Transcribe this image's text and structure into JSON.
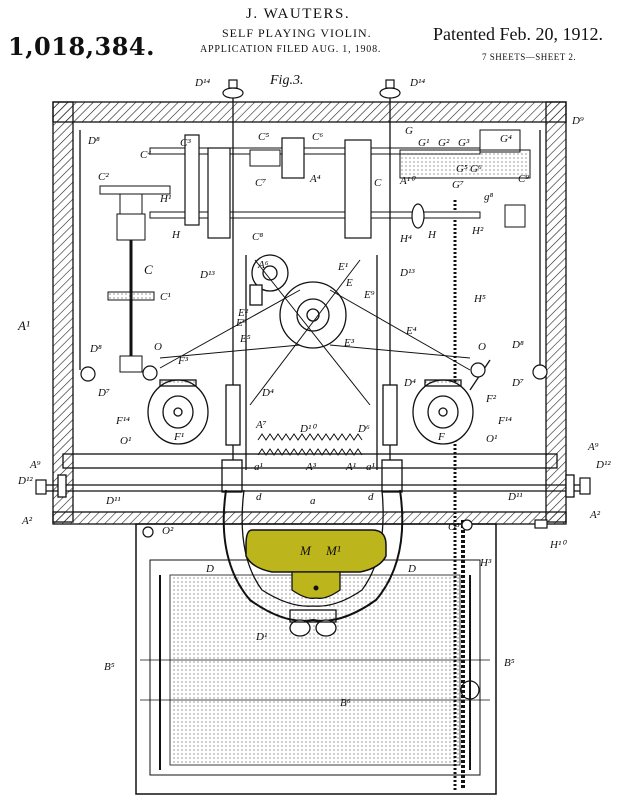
{
  "header": {
    "patent_number": "1,018,384.",
    "inventor": "J. WAUTERS.",
    "title": "SELF PLAYING VIOLIN.",
    "application": "APPLICATION FILED AUG. 1, 1908.",
    "patented": "Patented Feb. 20, 1912.",
    "sheets": "7 SHEETS—SHEET 2."
  },
  "figure": {
    "label": "Fig.3.",
    "highlight_color": "#bdb51c",
    "labels": {
      "D14_left": "D¹⁴",
      "D14_right": "D¹⁴",
      "D8_left": "D⁸",
      "D9_right": "D⁹",
      "C4": "C⁴",
      "C3": "C³",
      "C5": "C⁵",
      "C6": "C⁶",
      "G": "G",
      "G1": "G¹",
      "G2": "G²",
      "G3": "G³",
      "G4": "G⁴",
      "C2": "C²",
      "C7": "C⁷",
      "A4": "A⁴",
      "C_mid": "C",
      "A10": "A¹⁰",
      "G5": "G⁵",
      "G6": "G⁶",
      "G7": "G⁷",
      "G8": "g⁸",
      "C9": "C⁹",
      "H1": "H¹",
      "H": "H",
      "H_right": "H",
      "H4": "H⁴",
      "H2": "H²",
      "C8": "C⁸",
      "A6": "A⁶",
      "E1": "E¹",
      "D13_left": "D¹³",
      "D13_right": "D¹³",
      "C": "C",
      "E": "E",
      "C1": "C¹",
      "E9_top": "E⁹",
      "H5": "H⁵",
      "E2": "E²",
      "E9_left": "E⁹",
      "E4": "E⁴",
      "A1": "A¹",
      "E5": "E⁵",
      "E3": "E³",
      "D8_low": "D⁸",
      "O_left": "O",
      "O_right": "O",
      "D_low_right": "D⁸",
      "F3": "F³",
      "D7_left": "D⁷",
      "D7_right": "D⁷",
      "D4": "D⁴",
      "D4_right": "D⁴",
      "F2": "F²",
      "F14_left": "F¹⁴",
      "F1": "F¹",
      "A7": "A⁷",
      "D10": "D¹⁰",
      "D6": "D⁶",
      "F": "F",
      "F14_right": "F¹⁴",
      "O1_left": "O¹",
      "O1_right": "O¹",
      "A9_left": "A⁹",
      "A9_right": "A⁹",
      "a1": "a¹",
      "A3": "A³",
      "A1_mid": "A¹",
      "a_small": "a¹",
      "D12_left": "D¹²",
      "D12_right": "D¹²",
      "D11_left": "D¹¹",
      "D11_right": "D¹¹",
      "d_left": "d",
      "a": "a",
      "d_right": "d",
      "A2_left": "A²",
      "A2_right": "A²",
      "O2": "O²",
      "O3": "O³",
      "H10": "H¹⁰",
      "H3": "H³",
      "D_left": "D",
      "D_right": "D",
      "M": "M",
      "M1": "M¹",
      "D1": "D¹",
      "B5_left": "B⁵",
      "B5_right": "B⁵",
      "B6": "B⁶"
    }
  }
}
